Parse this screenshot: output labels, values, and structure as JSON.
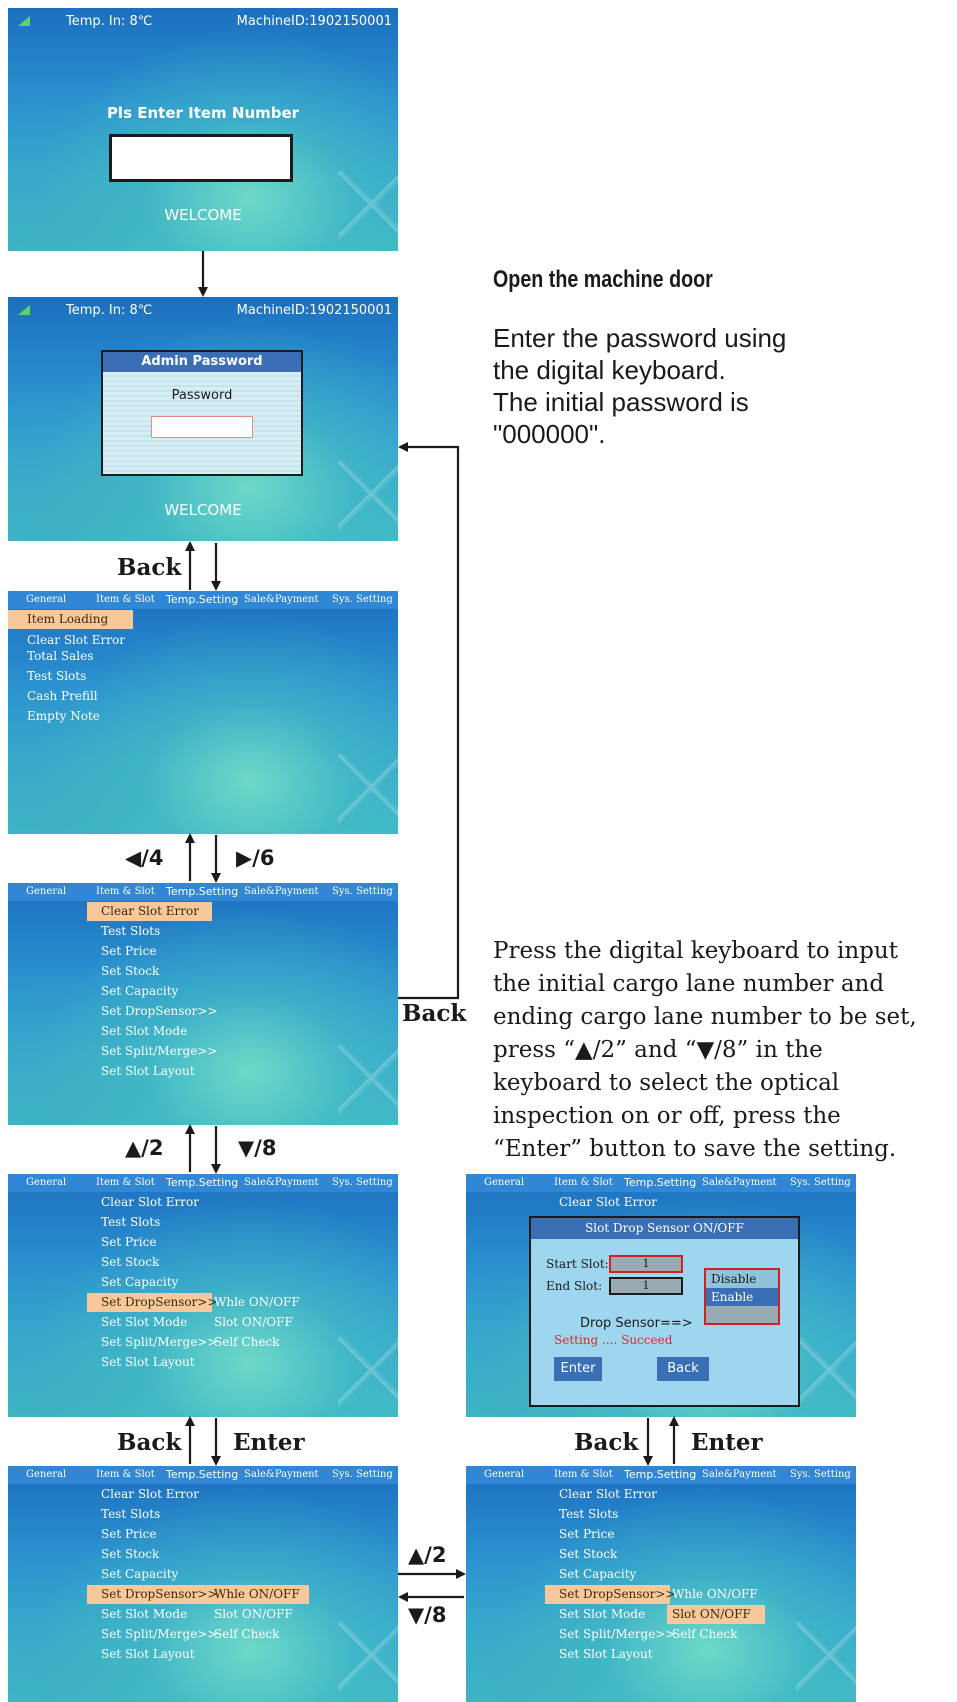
{
  "status_bar": {
    "temp": "Temp.  In:  8℃",
    "machine_id": "MachineID:1902150001"
  },
  "screen1": {
    "prompt": "Pls Enter Item Number",
    "footer": "WELCOME"
  },
  "screen2": {
    "dialog_title": "Admin Password",
    "field_label": "Password",
    "footer": "WELCOME"
  },
  "tabs": [
    "General",
    "Item & Slot",
    "Temp.Setting",
    "Sale&Payment",
    "Sys. Setting"
  ],
  "general_menu": [
    "Item Loading",
    "Clear Slot Error",
    "Total Sales",
    "Test Slots",
    "Cash Prefill",
    "Empty Note"
  ],
  "item_slot_menu": [
    "Clear Slot Error",
    "Test Slots",
    "Set Price",
    "Set Stock",
    "Set Capacity",
    "Set DropSensor>>",
    "Set Slot Mode",
    "Set Split/Merge>>",
    "Set Slot Layout"
  ],
  "sensor_submenu": [
    "Whle ON/OFF",
    "Slot ON/OFF",
    "Self Check"
  ],
  "dialog": {
    "title": "Slot Drop Sensor ON/OFF",
    "start_label": "Start Slot:",
    "start_value": "1",
    "end_label": "End Slot:",
    "end_value": "1",
    "sensor_label": "Drop Sensor==>",
    "options": [
      "Disable",
      "Enable"
    ],
    "status": "Setting .... Succeed",
    "enter_button": "Enter",
    "back_button": "Back"
  },
  "labels": {
    "back": "Back",
    "enter": "Enter",
    "left6": "◀/4",
    "right6": "▶/6",
    "up2": "▲/2",
    "down8": "▼/8"
  },
  "annotations": {
    "open_door": "Open the machine door",
    "password": [
      "Enter the password using",
      "the digital keyboard.",
      "The initial password is",
      "\"000000\"."
    ],
    "instructions": [
      "Press the digital keyboard to input",
      "the initial cargo lane number and",
      "ending cargo lane number to be set,",
      "press  “▲/2”  and  “▼/8”  in the",
      "keyboard to select the optical",
      "inspection on or off, press the",
      " “Enter”  button to save the setting."
    ]
  }
}
